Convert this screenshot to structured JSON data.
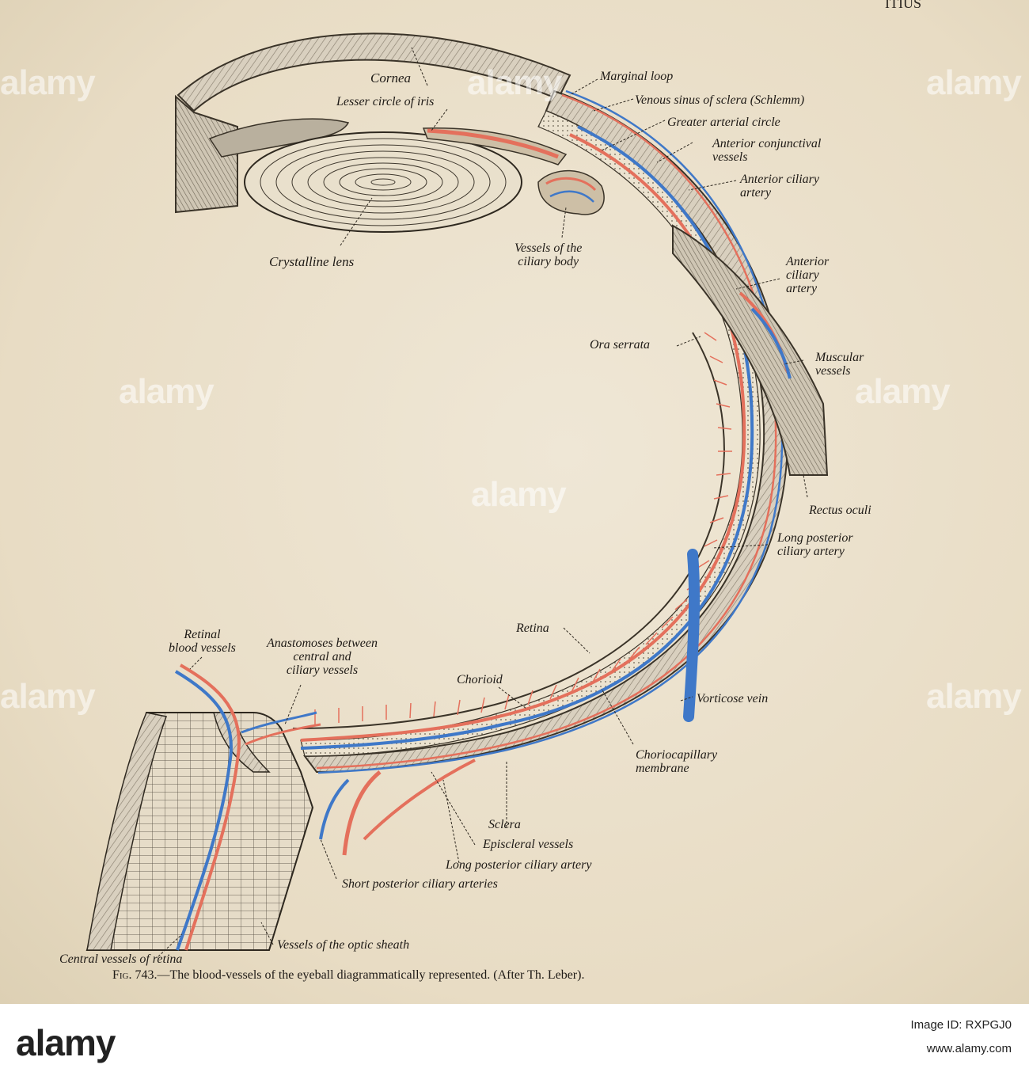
{
  "header_fragment": "ITIUS",
  "labels": {
    "cornea": "Cornea",
    "lesser_circle": "Lesser circle of iris",
    "crystalline_lens": "Crystalline lens",
    "marginal_loop": "Marginal loop",
    "venous_sinus": "Venous sinus of sclera (Schlemm)",
    "greater_arterial": "Greater arterial circle",
    "ant_conj": "Anterior conjunctival\nvessels",
    "ant_ciliary_1": "Anterior ciliary\nartery",
    "vessels_ciliary_body": "Vessels of the\nciliary body",
    "ant_ciliary_2": "Anterior\nciliary\nartery",
    "ora_serrata": "Ora serrata",
    "muscular": "Muscular\nvessels",
    "rectus": "Rectus oculi",
    "long_post_1": "Long posterior\nciliary artery",
    "retinal_bv": "Retinal\nblood vessels",
    "anastomoses": "Anastomoses between\ncentral and\nciliary vessels",
    "retina": "Retina",
    "chorioid": "Chorioid",
    "vorticose": "Vorticose vein",
    "choriocapillary": "Choriocapillary\nmembrane",
    "sclera": "Sclera",
    "episcleral": "Episcleral vessels",
    "long_post_2": "Long posterior ciliary artery",
    "short_post": "Short posterior ciliary arteries",
    "optic_sheath": "Vessels of the optic sheath",
    "central_vessels": "Central vessels of retina"
  },
  "caption": {
    "fig": "Fig. 743.",
    "text": "—The blood-vessels of the eyeball diagrammatically represented.   (After Th. Leber)."
  },
  "watermark": "alamy",
  "footer": {
    "logo": "alamy",
    "image_id": "Image ID: RXPGJ0",
    "url": "www.alamy.com"
  },
  "colors": {
    "artery": "#e4705c",
    "vein": "#3f78c8",
    "ink": "#1e1a16",
    "paper": "#ece3d0"
  }
}
